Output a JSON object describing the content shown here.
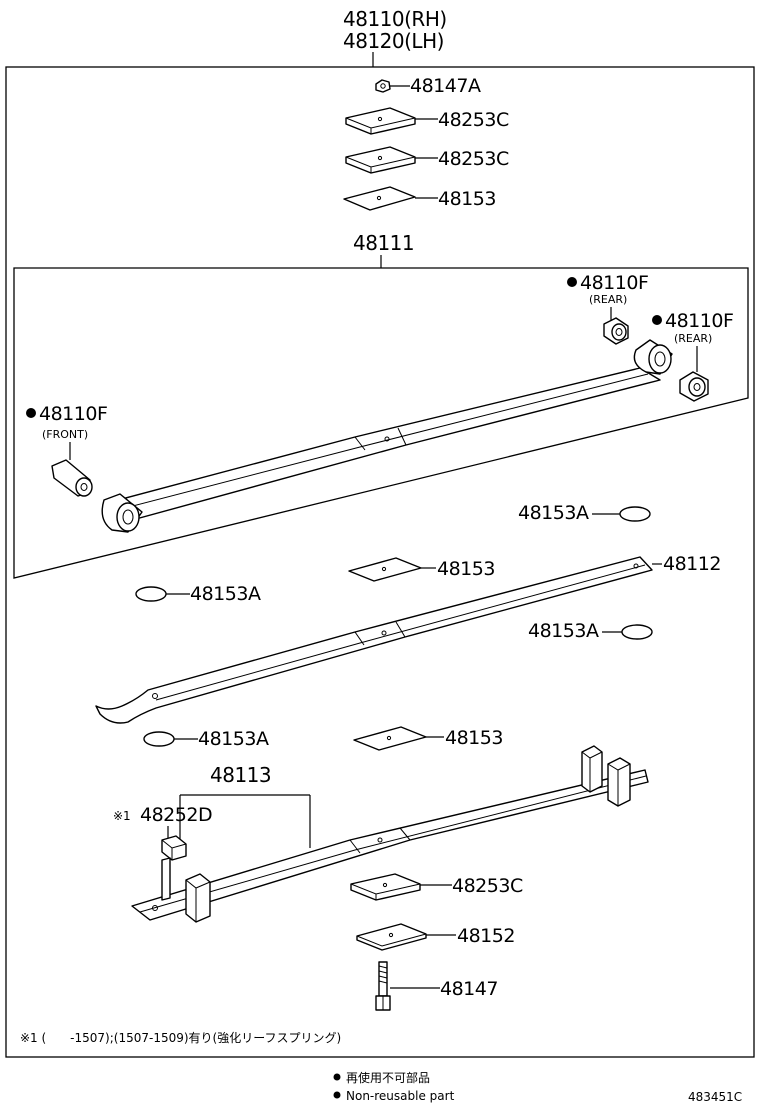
{
  "header": {
    "line1": "48110(RH)",
    "line2": "48120(LH)"
  },
  "labels": {
    "p48147A": "48147A",
    "p48253C_a": "48253C",
    "p48253C_b": "48253C",
    "p48153_top": "48153",
    "p48111": "48111",
    "p48110F_rear1": "48110F",
    "rear1": "(REAR)",
    "p48110F_rear2": "48110F",
    "rear2": "(REAR)",
    "p48110F_front": "48110F",
    "front": "(FRONT)",
    "p48153A_1": "48153A",
    "p48153_mid": "48153",
    "p48112": "48112",
    "p48153A_2": "48153A",
    "p48153A_3": "48153A",
    "p48153A_4": "48153A",
    "p48153_low": "48153",
    "p48113": "48113",
    "p48252D_mark": "※1",
    "p48252D": "48252D",
    "p48253C_c": "48253C",
    "p48152": "48152",
    "p48147": "48147"
  },
  "footnote": "※1 (　　-1507);(1507-1509)有り(強化リーフスプリング)",
  "legend": {
    "jp": "再使用不可部品",
    "en": "Non-reusable part"
  },
  "diagram_id": "483451C"
}
